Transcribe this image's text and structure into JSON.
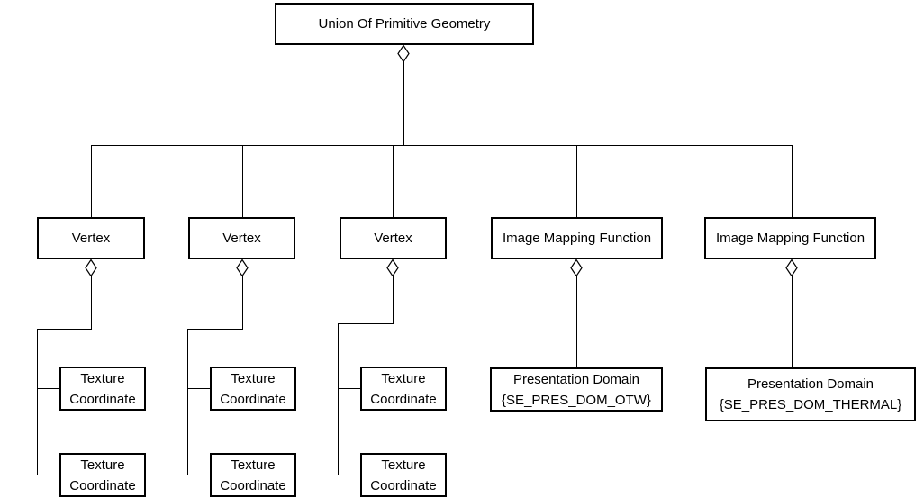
{
  "diagram": {
    "type": "uml-aggregation-tree",
    "colors": {
      "background": "#ffffff",
      "line": "#000000",
      "box_fill": "#ffffff",
      "text": "#000000"
    },
    "marker": "hollow-diamond",
    "nodes": {
      "union": {
        "label": "Union Of Primitive Geometry"
      },
      "vertex_1": {
        "label": "Vertex"
      },
      "vertex_2": {
        "label": "Vertex"
      },
      "vertex_3": {
        "label": "Vertex"
      },
      "image_mapping_function_1": {
        "label": "Image Mapping Function"
      },
      "image_mapping_function_2": {
        "label": "Image Mapping Function"
      },
      "texture_coordinate_1a": {
        "line1": "Texture",
        "line2": "Coordinate"
      },
      "texture_coordinate_1b": {
        "line1": "Texture",
        "line2": "Coordinate"
      },
      "texture_coordinate_2a": {
        "line1": "Texture",
        "line2": "Coordinate"
      },
      "texture_coordinate_2b": {
        "line1": "Texture",
        "line2": "Coordinate"
      },
      "texture_coordinate_3a": {
        "line1": "Texture",
        "line2": "Coordinate"
      },
      "texture_coordinate_3b": {
        "line1": "Texture",
        "line2": "Coordinate"
      },
      "presentation_domain_otw": {
        "line1": "Presentation Domain",
        "line2": "{SE_PRES_DOM_OTW}"
      },
      "presentation_domain_thermal": {
        "line1": "Presentation Domain",
        "line2": "{SE_PRES_DOM_THERMAL}"
      }
    }
  }
}
